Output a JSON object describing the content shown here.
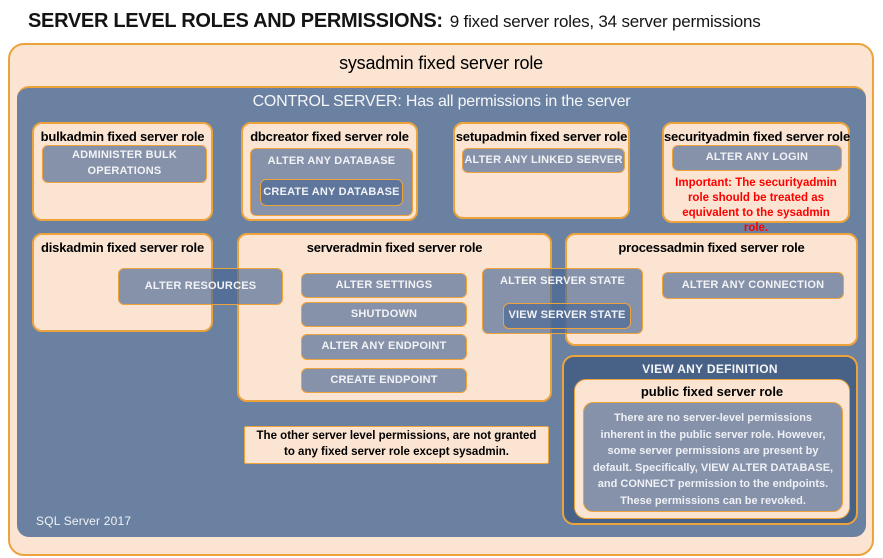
{
  "title": {
    "main": "SERVER LEVEL ROLES AND PERMISSIONS:",
    "subtitle": "9 fixed server roles, 34 server permissions"
  },
  "sysadmin": {
    "label": "sysadmin fixed server role"
  },
  "control_server": {
    "label": "CONTROL SERVER: Has all permissions in the server"
  },
  "roles": {
    "bulkadmin": {
      "title": "bulkadmin fixed server role",
      "permission": "ADMINISTER BULK OPERATIONS"
    },
    "dbcreator": {
      "title": "dbcreator fixed server role",
      "outer_permission": "ALTER ANY DATABASE",
      "nested_permission": "CREATE ANY DATABASE"
    },
    "setupadmin": {
      "title": "setupadmin fixed server role",
      "permission": "ALTER ANY LINKED SERVER"
    },
    "securityadmin": {
      "title": "securityadmin fixed server role",
      "permission": "ALTER ANY LOGIN",
      "warning": "Important: The securityadmin role should be treated as equivalent to the sysadmin role."
    },
    "diskadmin": {
      "title": "diskadmin fixed server role",
      "shared_permission": "ALTER RESOURCES"
    },
    "serveradmin": {
      "title": "serveradmin fixed server role",
      "permissions": [
        "ALTER SETTINGS",
        "SHUTDOWN",
        "ALTER ANY ENDPOINT",
        "CREATE ENDPOINT"
      ],
      "shared_permission": "ALTER SERVER STATE",
      "shared_nested_permission": "VIEW SERVER STATE"
    },
    "processadmin": {
      "title": "processadmin fixed server role",
      "permission": "ALTER ANY CONNECTION"
    },
    "public": {
      "container_permission": "VIEW ANY DEFINITION",
      "title": "public fixed server role",
      "description": "There are no server-level permissions inherent in the public server role. However, some server permissions are present by default. Specifically, VIEW ALTER DATABASE, and CONNECT permission to the endpoints. These permissions can be revoked."
    }
  },
  "note": "The other server level permissions, are not granted to any fixed server role except sysadmin.",
  "footer": "SQL Server 2017",
  "colors": {
    "peach": "#fbe5d2",
    "gold_border": "#eda33c",
    "blue_background": "#6b81a1",
    "permission_fill": "rgba(73,103,149,0.66)",
    "warning_red": "#ff0000"
  }
}
